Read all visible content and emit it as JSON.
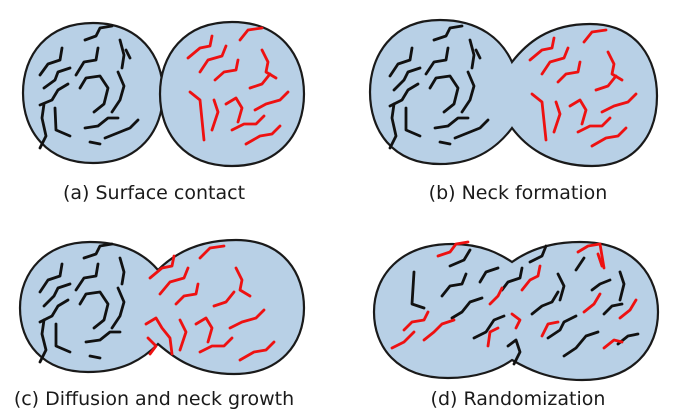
{
  "panels": [
    {
      "id": "a",
      "caption": "(a) Surface contact",
      "stage": "surface-contact"
    },
    {
      "id": "b",
      "caption": "(b) Neck formation",
      "stage": "neck-formation"
    },
    {
      "id": "c",
      "caption": "(c) Diffusion and neck growth",
      "stage": "diffusion-neck-growth"
    },
    {
      "id": "d",
      "caption": "(d) Randomization",
      "stage": "randomization"
    }
  ],
  "colors": {
    "particle_fill": "#b8d0e6",
    "particle_outline": "#1a1a1a",
    "chain_left": "#111111",
    "chain_right": "#ee1111"
  }
}
